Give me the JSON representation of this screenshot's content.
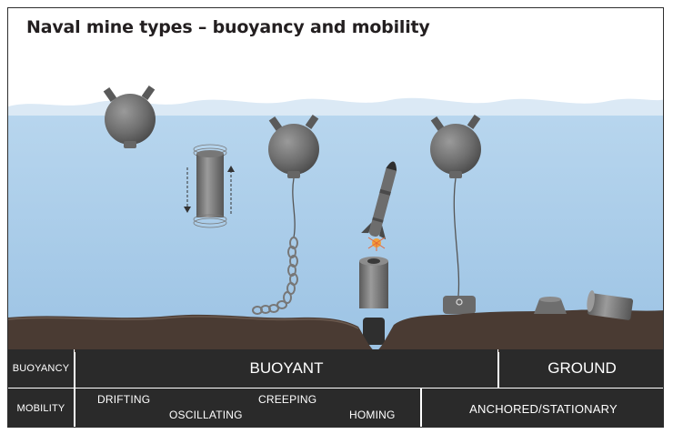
{
  "title": "Naval mine types – buoyancy and mobility",
  "colors": {
    "water": "#a7cbe8",
    "seabed": "#4a3b33",
    "mine_body": "#6f6f6f",
    "table_bg": "#2a2a2a",
    "table_text": "#ffffff"
  },
  "table": {
    "row1_header": "BUOYANCY",
    "row1_buoyant": "BUOYANT",
    "row1_ground": "GROUND",
    "row2_header": "MOBILITY",
    "mobility": {
      "drifting": "DRIFTING",
      "oscillating": "OSCILLATING",
      "creeping": "CREEPING",
      "homing": "HOMING",
      "anchored": "ANCHORED/STATIONARY"
    }
  }
}
